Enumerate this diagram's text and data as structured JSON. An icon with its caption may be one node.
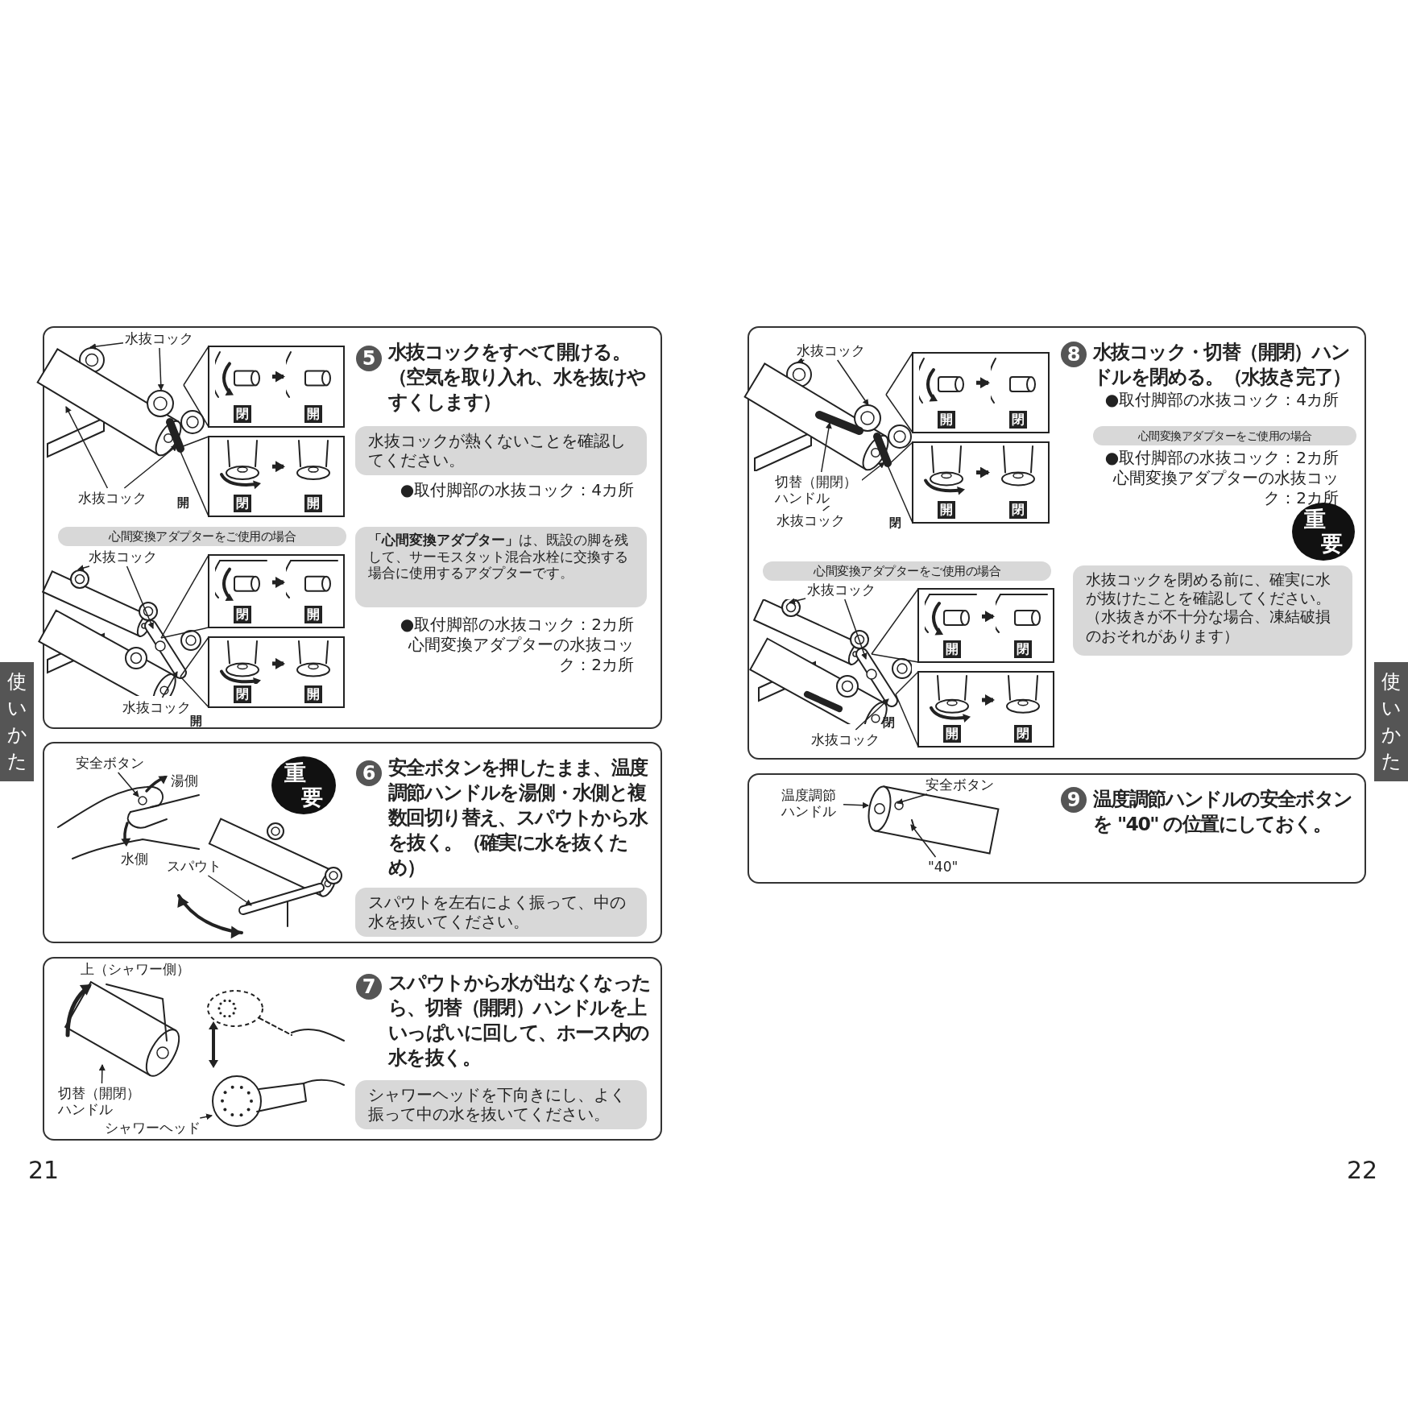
{
  "diagram": {
    "nodes": [
      {
        "text": [
          "水抜コックをすべて開ける。（空気を取り入れ、水を抜けやすくします）"
        ]
      },
      {
        "text": [
          "5"
        ],
        "in": 0
      },
      {
        "text": [
          "水抜コックが熱くないことを確認してください。"
        ],
        "in": 0
      },
      {
        "text": [
          "心間変換アダプターをご使用の場合"
        ],
        "in": 0
      },
      {
        "text": [
          "**「心間変換アダプター」**は、既設の脚を残して、サーモスタット混合水栓に交換する場合に使用するアダプターです。"
        ],
        "in": 0
      },
      {
        "text": [],
        "shape": "picture",
        "in": 0
      },
      {
        "text": [],
        "shape": "picture",
        "in": 0
      },
      {
        "text": [],
        "shape": "box",
        "in": 0
      },
      {
        "text": [
          "閉"
        ],
        "in": 7
      },
      {
        "text": [
          "開"
        ],
        "in": 7
      },
      {
        "text": [],
        "shape": "box",
        "in": 0
      },
      {
        "text": [
          "閉"
        ],
        "in": 10
      },
      {
        "text": [
          "開"
        ],
        "in": 10
      },
      {
        "text": [],
        "shape": "box",
        "in": 0
      },
      {
        "text": [
          "閉"
        ],
        "in": 13
      },
      {
        "text": [
          "開"
        ],
        "in": 13
      },
      {
        "text": [],
        "shape": "box",
        "in": 0
      },
      {
        "text": [
          "閉"
        ],
        "in": 16
      },
      {
        "text": [
          "開"
        ],
        "in": 16
      },
      {
        "text": [
          "水抜コック"
        ],
        "in": 0
      },
      {
        "text": [
          "水抜コック"
        ],
        "in": 0
      },
      {
        "text": [
          "水抜コック"
        ],
        "in": 0
      },
      {
        "text": [
          "水抜コック"
        ],
        "in": 0
      },
      {
        "text": [
          "安全ボタンを押したまま、温度調節ハンドルを湯側・水側と複数回切り替え、スパウトから水を抜く。（確実に水を抜くため）"
        ]
      },
      {
        "text": [
          "6"
        ],
        "in": 23
      },
      {
        "text": [
          "重要"
        ],
        "in": 23
      },
      {
        "text": [
          "スパウトを左右によく振って、中の水を抜いてください。"
        ],
        "in": 23
      },
      {
        "text": [],
        "shape": "picture",
        "in": 23
      },
      {
        "text": [],
        "shape": "picture",
        "in": 23
      },
      {
        "text": [
          "安全ボタン"
        ],
        "in": 23
      },
      {
        "text": [
          "スパウト"
        ],
        "in": 23
      },
      {
        "text": [
          "スパウトから水が出なくなったら、切替（開閉）ハンドルを上いっぱいに回して、ホース内の水を抜く。"
        ]
      },
      {
        "text": [
          "7"
        ],
        "in": 31
      },
      {
        "text": [
          "シャワーヘッドを下向きにし、よく振って中の水を抜いてください。"
        ],
        "in": 31
      },
      {
        "text": [],
        "shape": "picture",
        "in": 31
      },
      {
        "text": [],
        "shape": "picture",
        "in": 31
      },
      {
        "text": [
          "切替（開閉）ハンドル"
        ],
        "in": 31
      },
      {
        "text": [
          "シャワーヘッド"
        ],
        "in": 31
      },
      {
        "text": [
          "水抜コック・切替（開閉）ハンドルを閉める。（水抜き完了）"
        ]
      },
      {
        "text": [
          "8"
        ],
        "in": 38
      },
      {
        "text": [
          "心間変換アダプターをご使用の場合"
        ],
        "in": 38
      },
      {
        "text": [
          "重要"
        ],
        "in": 38
      },
      {
        "text": [
          "水抜コックを閉める前に、確実に水が抜けたことを確認してください。（水抜きが不十分な場合、凍結破損のおそれがあります）"
        ],
        "in": 38
      },
      {
        "text": [
          "心間変換アダプターをご使用の場合"
        ],
        "in": 38
      },
      {
        "text": [],
        "shape": "picture",
        "in": 38
      },
      {
        "text": [],
        "shape": "picture",
        "in": 38
      },
      {
        "text": [],
        "shape": "box",
        "in": 38
      },
      {
        "text": [
          "開"
        ],
        "in": 46
      },
      {
        "text": [
          "閉"
        ],
        "in": 46
      },
      {
        "text": [],
        "shape": "box",
        "in": 38
      },
      {
        "text": [
          "開"
        ],
        "in": 49
      },
      {
        "text": [
          "閉"
        ],
        "in": 49
      },
      {
        "text": [],
        "shape": "box",
        "in": 38
      },
      {
        "text": [
          "開"
        ],
        "in": 52
      },
      {
        "text": [
          "閉"
        ],
        "in": 52
      },
      {
        "text": [],
        "shape": "box",
        "in": 38
      },
      {
        "text": [
          "開"
        ],
        "in": 55
      },
      {
        "text": [
          "閉"
        ],
        "in": 55
      },
      {
        "text": [
          "水抜コック"
        ],
        "in": 38
      },
      {
        "text": [
          "切替（開閉）ハンドル"
        ],
        "in": 38
      },
      {
        "text": [
          "水抜コック"
        ],
        "in": 38
      },
      {
        "text": [
          "水抜コック"
        ],
        "in": 38
      },
      {
        "text": [
          "水抜コック"
        ],
        "in": 38
      },
      {
        "text": [
          "温度調節ハンドルの安全ボタンを \"40\" の位置にしておく。"
        ]
      },
      {
        "text": [
          "9"
        ],
        "in": 63
      },
      {
        "text": [],
        "shape": "picture",
        "in": 63
      },
      {
        "text": [
          "温度調節ハンドル"
        ],
        "in": 63
      },
      {
        "text": [
          "安全ボタン"
        ],
        "in": 63
      },
      {
        "text": [
          "\"40\""
        ],
        "in": 63
      }
    ],
    "edges": [
      {
        "from": 19,
        "to": 5,
        "arrow": "to"
      },
      {
        "from": 19,
        "to": 5,
        "arrow": "to"
      },
      {
        "from": 20,
        "to": 5,
        "arrow": "to"
      },
      {
        "from": 20,
        "to": 5,
        "arrow": "to"
      },
      {
        "from": 21,
        "to": 6,
        "arrow": "to"
      },
      {
        "from": 21,
        "to": 6,
        "arrow": "to"
      },
      {
        "from": 22,
        "to": 6,
        "arrow": "to"
      },
      {
        "from": 5,
        "to": 7,
        "arrow": "none"
      },
      {
        "from": 5,
        "to": 7,
        "arrow": "none"
      },
      {
        "from": 5,
        "to": 10,
        "arrow": "none"
      },
      {
        "from": 5,
        "to": 10,
        "arrow": "none"
      },
      {
        "from": 6,
        "to": 13,
        "arrow": "none"
      },
      {
        "from": 6,
        "to": 13,
        "arrow": "none"
      },
      {
        "from": 6,
        "to": 16,
        "arrow": "none"
      },
      {
        "from": 6,
        "to": 16,
        "arrow": "none"
      },
      {
        "from": 8,
        "to": 9,
        "arrow": "to",
        "style": "thick"
      },
      {
        "from": 11,
        "to": 12,
        "arrow": "to",
        "style": "thick"
      },
      {
        "from": 14,
        "to": 15,
        "arrow": "to",
        "style": "thick"
      },
      {
        "from": 17,
        "to": 18,
        "arrow": "to",
        "style": "thick"
      },
      {
        "from": 29,
        "to": 27,
        "arrow": "to"
      },
      {
        "from": 30,
        "to": 28,
        "arrow": "to"
      },
      {
        "from": 36,
        "to": 34,
        "arrow": "to"
      },
      {
        "from": 37,
        "to": 35,
        "arrow": "to"
      },
      {
        "from": 58,
        "to": 44,
        "arrow": "to"
      },
      {
        "from": 58,
        "to": 44,
        "arrow": "to"
      },
      {
        "from": 59,
        "to": 44,
        "arrow": "to"
      },
      {
        "from": 60,
        "to": 44,
        "arrow": "to"
      },
      {
        "from": 61,
        "to": 45,
        "arrow": "to"
      },
      {
        "from": 61,
        "to": 45,
        "arrow": "to"
      },
      {
        "from": 62,
        "to": 45,
        "arrow": "to"
      },
      {
        "from": 44,
        "to": 46,
        "arrow": "none"
      },
      {
        "from": 44,
        "to": 46,
        "arrow": "none"
      },
      {
        "from": 44,
        "to": 49,
        "arrow": "none"
      },
      {
        "from": 44,
        "to": 49,
        "arrow": "none"
      },
      {
        "from": 45,
        "to": 52,
        "arrow": "none"
      },
      {
        "from": 45,
        "to": 52,
        "arrow": "none"
      },
      {
        "from": 45,
        "to": 55,
        "arrow": "none"
      },
      {
        "from": 45,
        "to": 55,
        "arrow": "none"
      },
      {
        "from": 47,
        "to": 48,
        "arrow": "to",
        "style": "thick"
      },
      {
        "from": 50,
        "to": 51,
        "arrow": "to",
        "style": "thick"
      },
      {
        "from": 53,
        "to": 54,
        "arrow": "to",
        "style": "thick"
      },
      {
        "from": 56,
        "to": 57,
        "arrow": "to",
        "style": "thick"
      },
      {
        "from": 66,
        "to": 65,
        "arrow": "to"
      },
      {
        "from": 67,
        "to": 65,
        "arrow": "to"
      },
      {
        "from": 68,
        "to": 65,
        "arrow": "to"
      }
    ],
    "labels": [
      "使いかた",
      "開",
      "開",
      "●取付脚部の水抜コック：4カ所",
      "●取付脚部の水抜コック：2カ所",
      "心間変換アダプターの水抜コック：2カ所",
      "湯側",
      "水側",
      "上（シャワー側）",
      "21",
      "閉",
      "閉",
      "●取付脚部の水抜コック：4カ所",
      "●取付脚部の水抜コック：2カ所",
      "心間変換アダプターの水抜コック：2カ所",
      "使いかた",
      "22"
    ]
  }
}
